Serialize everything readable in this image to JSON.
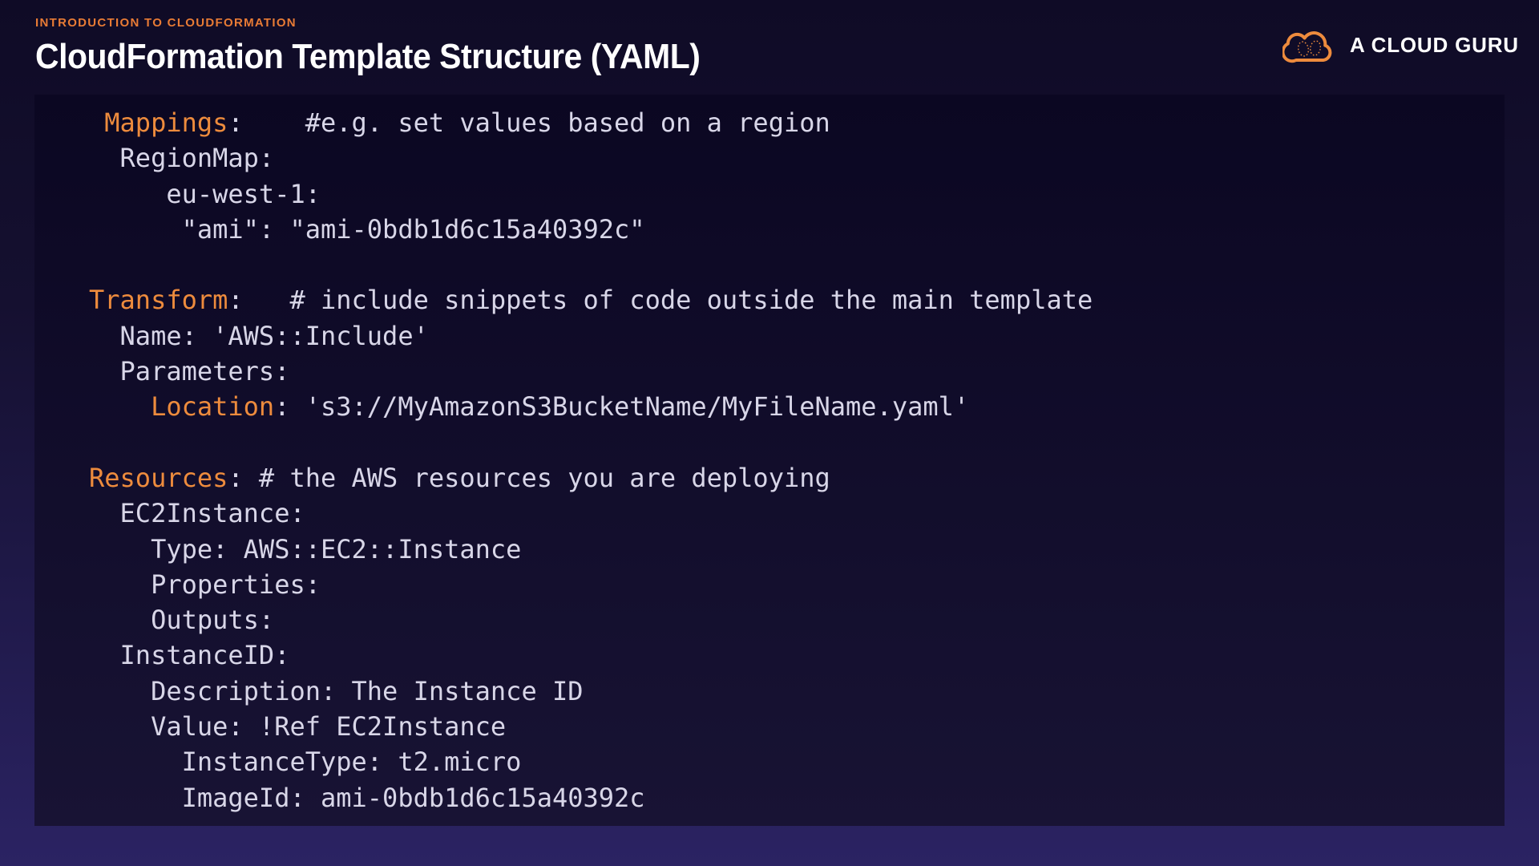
{
  "slide": {
    "eyebrow": "INTRODUCTION TO CLOUDFORMATION",
    "title": "CloudFormation Template Structure (YAML)"
  },
  "brand": {
    "name": "A CLOUD GURU",
    "logo_icon": "cloud-icon"
  },
  "colors": {
    "accent-orange": "#ED8B3D",
    "eyebrow-orange": "#E87B35",
    "title-white": "#FFFFFF",
    "code-text": "#D8D6E8",
    "bg-top": "#0F0B26",
    "bg-bottom": "#2B2363",
    "panel-top": "#0B0722",
    "panel-bottom": "#181334"
  },
  "code": {
    "language": "yaml",
    "lines": [
      [
        {
          "t": " "
        },
        {
          "t": "Mappings",
          "c": "kw"
        },
        {
          "t": ":    #e.g. set values based on a region"
        }
      ],
      [
        {
          "t": "  RegionMap:"
        }
      ],
      [
        {
          "t": "     eu-west-1:"
        }
      ],
      [
        {
          "t": "      \"ami\": \"ami-0bdb1d6c15a40392c\""
        }
      ],
      [],
      [
        {
          "t": "Transform",
          "c": "kw"
        },
        {
          "t": ":   # include snippets of code outside the main template"
        }
      ],
      [
        {
          "t": "  Name: 'AWS::Include'"
        }
      ],
      [
        {
          "t": "  Parameters:"
        }
      ],
      [
        {
          "t": "    "
        },
        {
          "t": "Location",
          "c": "kw"
        },
        {
          "t": ": 's3://MyAmazonS3BucketName/MyFileName.yaml'"
        }
      ],
      [],
      [
        {
          "t": "Resources",
          "c": "kw"
        },
        {
          "t": ": # the AWS resources you are deploying"
        }
      ],
      [
        {
          "t": "  EC2Instance:"
        }
      ],
      [
        {
          "t": "    Type: AWS::EC2::Instance"
        }
      ],
      [
        {
          "t": "    Properties:"
        }
      ],
      [
        {
          "t": "    Outputs:"
        }
      ],
      [
        {
          "t": "  InstanceID:"
        }
      ],
      [
        {
          "t": "    Description: The Instance ID"
        }
      ],
      [
        {
          "t": "    Value: !Ref EC2Instance"
        }
      ],
      [
        {
          "t": "      InstanceType: t2.micro"
        }
      ],
      [
        {
          "t": "      ImageId: ami-0bdb1d6c15a40392c"
        }
      ]
    ]
  }
}
